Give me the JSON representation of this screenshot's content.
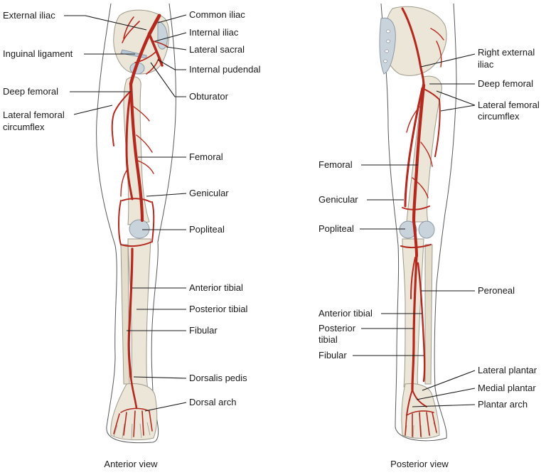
{
  "colors": {
    "artery": "#b3291f",
    "bone": "#ece6d8",
    "cartilage": "#c9d3dc",
    "outline": "#5a5a5a"
  },
  "anterior": {
    "caption": "Anterior view",
    "labels": {
      "external_iliac": "External iliac",
      "inguinal_ligament": "Inguinal ligament",
      "deep_femoral": "Deep femoral",
      "lateral_femoral_circumflex_1": "Lateral femoral",
      "lateral_femoral_circumflex_2": "circumflex",
      "common_iliac": "Common iliac",
      "internal_iliac": "Internal iliac",
      "lateral_sacral": "Lateral sacral",
      "internal_pudendal": "Internal pudendal",
      "obturator": "Obturator",
      "femoral": "Femoral",
      "genicular": "Genicular",
      "popliteal": "Popliteal",
      "anterior_tibial": "Anterior tibial",
      "posterior_tibial": "Posterior tibial",
      "fibular": "Fibular",
      "dorsalis_pedis": "Dorsalis pedis",
      "dorsal_arch": "Dorsal arch"
    }
  },
  "posterior": {
    "caption": "Posterior view",
    "labels": {
      "right_external_iliac_1": "Right external",
      "right_external_iliac_2": "iliac",
      "deep_femoral": "Deep femoral",
      "lateral_femoral_circumflex_1": "Lateral femoral",
      "lateral_femoral_circumflex_2": "circumflex",
      "femoral": "Femoral",
      "genicular": "Genicular",
      "popliteal": "Popliteal",
      "peroneal": "Peroneal",
      "anterior_tibial": "Anterior tibial",
      "posterior_tibial_1": "Posterior",
      "posterior_tibial_2": "tibial",
      "fibular": "Fibular",
      "lateral_plantar": "Lateral plantar",
      "medial_plantar": "Medial plantar",
      "plantar_arch": "Plantar arch"
    }
  }
}
